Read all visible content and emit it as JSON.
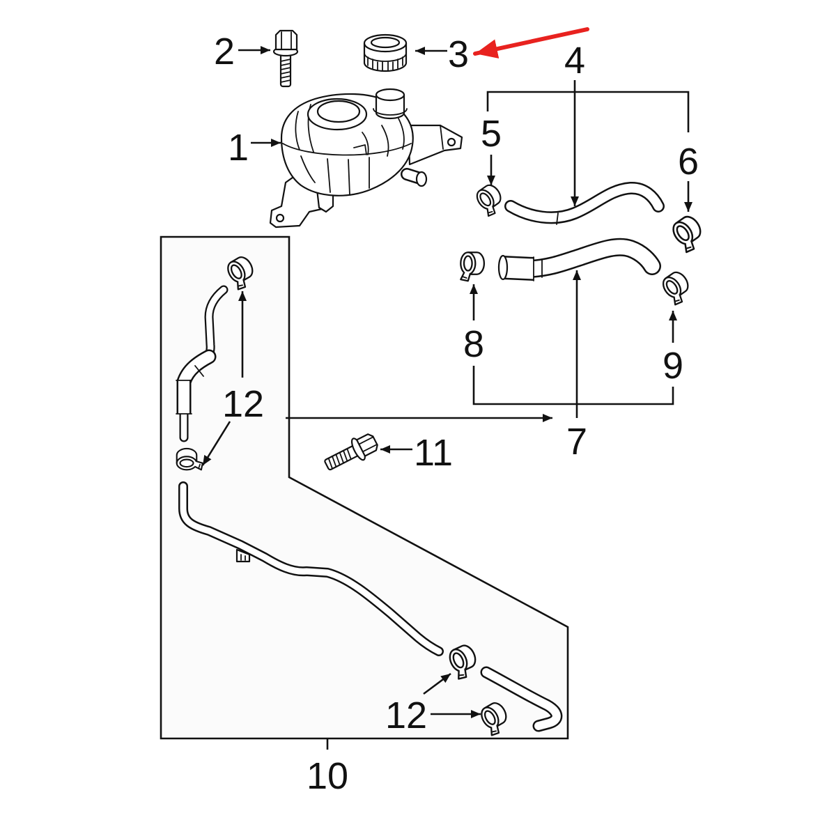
{
  "callouts": [
    "1",
    "2",
    "3",
    "4",
    "5",
    "6",
    "7",
    "8",
    "9",
    "10",
    "11",
    "12",
    "12"
  ],
  "colors": {
    "ink": "#111111",
    "accent": "#e8221f",
    "paper": "#ffffff",
    "box": "#fbfbfb"
  }
}
